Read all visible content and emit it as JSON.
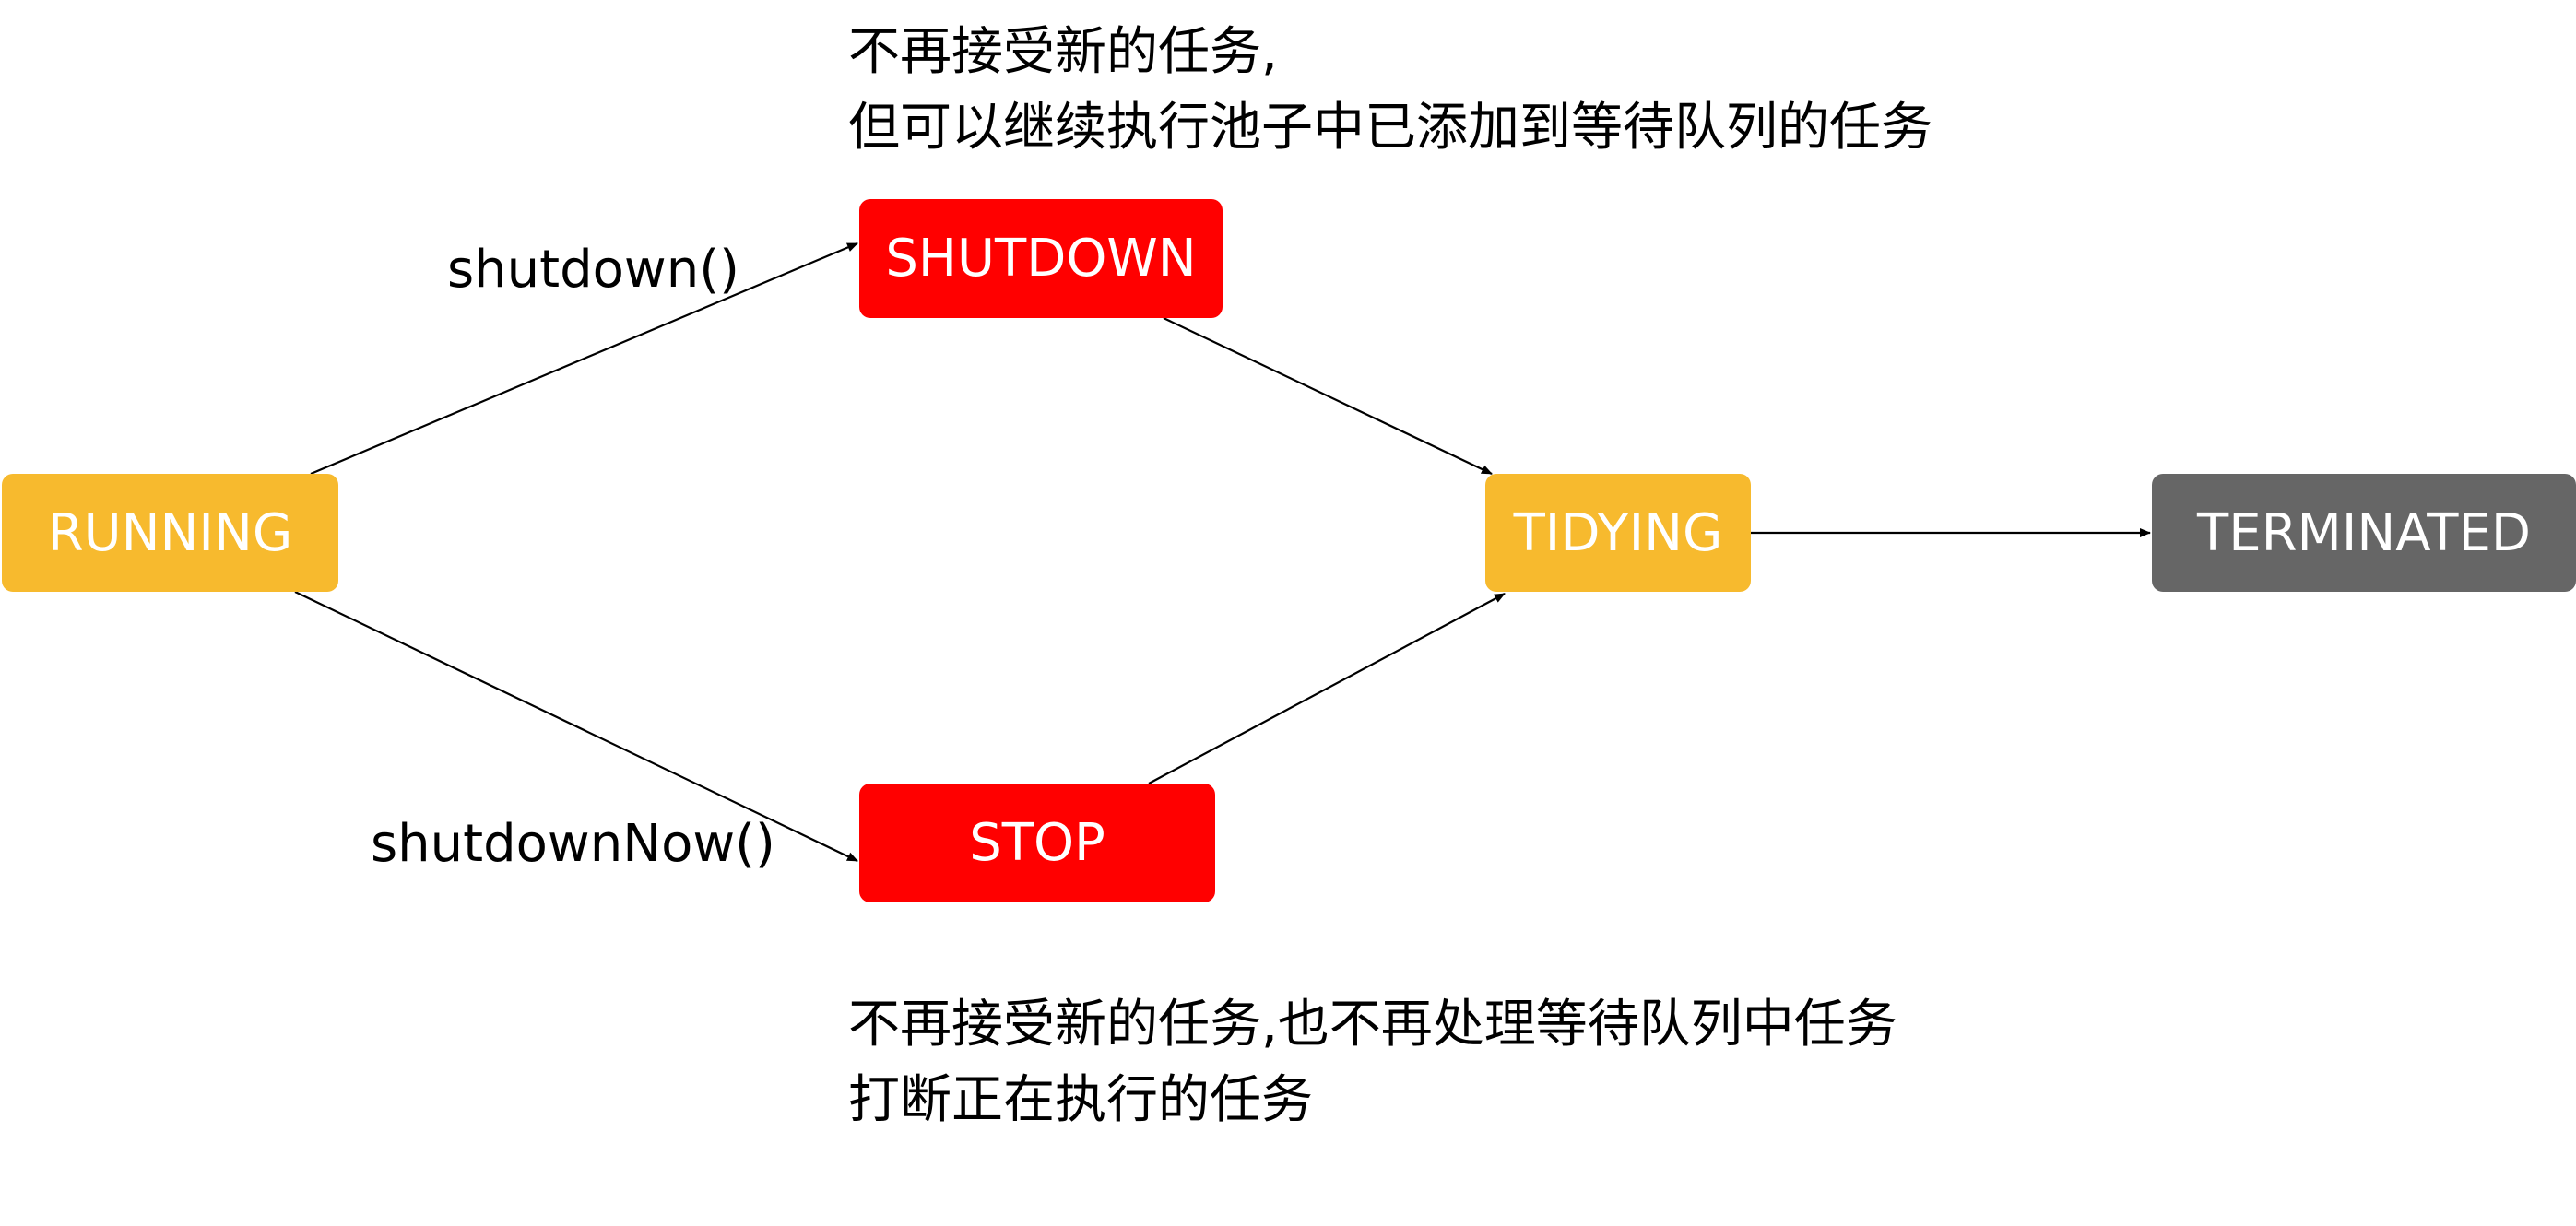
{
  "diagram": {
    "states": {
      "running": {
        "label": "RUNNING",
        "color": "#F7BA2E"
      },
      "shutdown": {
        "label": "SHUTDOWN",
        "color": "#FF0000"
      },
      "stop": {
        "label": "STOP",
        "color": "#FF0000"
      },
      "tidying": {
        "label": "TIDYING",
        "color": "#F7BA2E"
      },
      "terminated": {
        "label": "TERMINATED",
        "color": "#666666"
      }
    },
    "transitions": {
      "running_to_shutdown": {
        "from": "RUNNING",
        "to": "SHUTDOWN",
        "label": "shutdown()"
      },
      "running_to_stop": {
        "from": "RUNNING",
        "to": "STOP",
        "label": "shutdownNow()"
      },
      "shutdown_to_tidying": {
        "from": "SHUTDOWN",
        "to": "TIDYING",
        "label": ""
      },
      "stop_to_tidying": {
        "from": "STOP",
        "to": "TIDYING",
        "label": ""
      },
      "tidying_to_terminated": {
        "from": "TIDYING",
        "to": "TERMINATED",
        "label": ""
      }
    },
    "notes": {
      "shutdown": {
        "lines": [
          "不再接受新的任务,",
          "但可以继续执行池子中已添加到等待队列的任务"
        ]
      },
      "stop": {
        "lines": [
          "不再接受新的任务,也不再处理等待队列中任务",
          "打断正在执行的任务"
        ]
      }
    },
    "edge_color": "#000000"
  }
}
